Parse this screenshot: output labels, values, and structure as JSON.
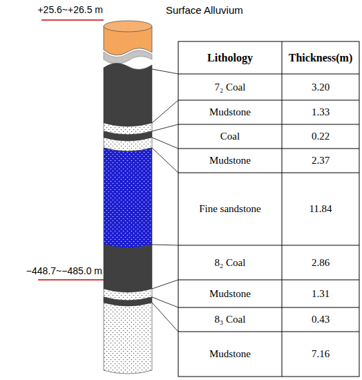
{
  "diagram": {
    "labels": [
      "+25.6~+26.5 m",
      "Surface Alluvium",
      "Lithology",
      "Thickness(m)",
      "7₂ Coal",
      "3.20",
      "Mudstone",
      "1.33",
      "Coal",
      "0.22",
      "Mudstone",
      "2.37",
      "Fine sandstone",
      "11.84",
      "8₂ Coal",
      "2.86",
      "Mudstone",
      "1.31",
      "8₃ Coal",
      "0.43",
      "Mudstone",
      "7.16",
      "−448.7~−485.0 m"
    ]
  }
}
